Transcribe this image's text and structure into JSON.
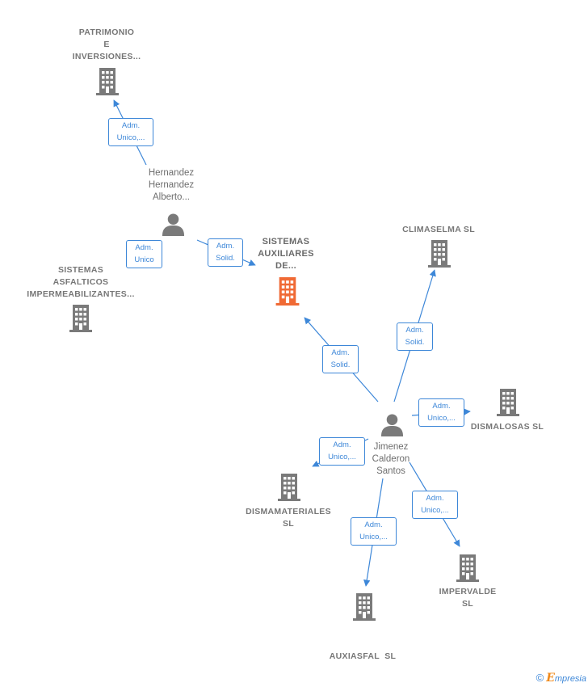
{
  "colors": {
    "edge": "#3d87d8",
    "building": "#7a7a7a",
    "building_main": "#f06a35",
    "person": "#7a7a7a",
    "brand_accent": "#f08a1c"
  },
  "companies": {
    "patrimonio": {
      "lines": [
        "PATRIMONIO",
        "E",
        "INVERSIONES..."
      ]
    },
    "sistemas_asfalticos": {
      "lines": [
        "SISTEMAS",
        "ASFALTICOS",
        "IMPERMEABILIZANTES..."
      ]
    },
    "sistemas_auxiliares": {
      "lines": [
        "SISTEMAS",
        "AUXILIARES",
        "DE..."
      ]
    },
    "climaselma": {
      "lines": [
        "CLIMASELMA SL"
      ]
    },
    "dismalosas": {
      "lines": [
        "DISMALOSAS SL"
      ]
    },
    "dismamateriales": {
      "lines": [
        "DISMAMATERIALES",
        "SL"
      ]
    },
    "impervalde": {
      "lines": [
        "IMPERVALDE",
        "SL"
      ]
    },
    "auxiasfal": {
      "lines": [
        "AUXIASFAL  SL"
      ]
    }
  },
  "persons": {
    "hernandez": {
      "lines": [
        "Hernandez",
        "Hernandez",
        "Alberto..."
      ]
    },
    "jimenez": {
      "lines": [
        "Jimenez",
        "Calderon",
        "Santos"
      ]
    }
  },
  "relations": {
    "hernandez_patrimonio": {
      "lines": [
        "Adm.",
        "Unico,..."
      ]
    },
    "hernandez_asfalticos": {
      "lines": [
        "Adm.",
        "Unico"
      ]
    },
    "hernandez_auxiliares": {
      "lines": [
        "Adm.",
        "Solid."
      ]
    },
    "jimenez_auxiliares": {
      "lines": [
        "Adm.",
        "Solid."
      ]
    },
    "jimenez_climaselma": {
      "lines": [
        "Adm.",
        "Solid."
      ]
    },
    "jimenez_dismalosas": {
      "lines": [
        "Adm.",
        "Unico,..."
      ]
    },
    "jimenez_dismamateriales": {
      "lines": [
        "Adm.",
        "Unico,..."
      ]
    },
    "jimenez_auxiasfal": {
      "lines": [
        "Adm.",
        "Unico,..."
      ]
    },
    "jimenez_impervalde": {
      "lines": [
        "Adm.",
        "Unico,..."
      ]
    }
  },
  "brand": {
    "copyright": "©",
    "e_letter": "E",
    "rest": "mpresia"
  }
}
